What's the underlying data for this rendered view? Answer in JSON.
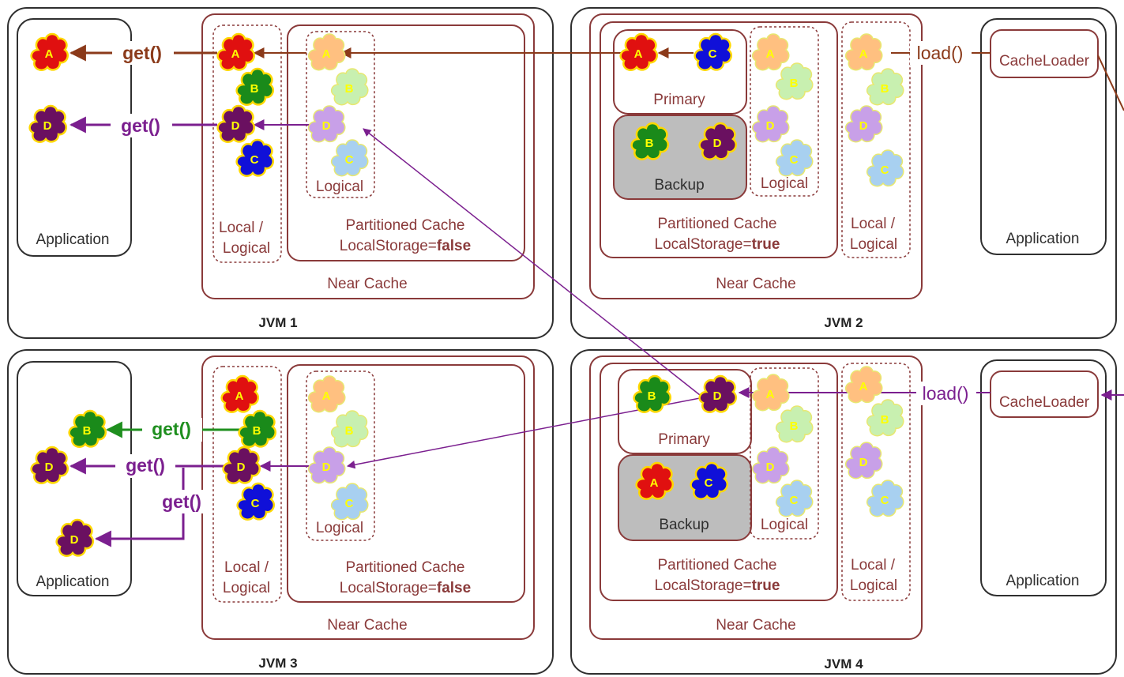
{
  "colors": {
    "brown": "#8a3a3a",
    "arrow_brown": "#8b3a1a",
    "purple": "#7b1f8f",
    "green": "#1f8f1f",
    "cloud_red": "#e01010",
    "cloud_green": "#1a8a1a",
    "cloud_purple": "#6a1060",
    "cloud_blue": "#1010d8",
    "cloud_outline": "#ffd800",
    "backup_fill": "#bdbdbd"
  },
  "icons": [
    "cloud-icon",
    "arrow-icon"
  ],
  "jvms": [
    {
      "label": "JVM 1",
      "application": "Application",
      "local_label": "Local /\nLogical",
      "partition": {
        "label": "Partitioned Cache",
        "storage_prefix": "LocalStorage=",
        "storage_value": "false"
      },
      "logical": "Logical",
      "near_cache": "Near Cache",
      "calls": [
        "get()",
        "get()"
      ]
    },
    {
      "label": "JVM 2",
      "application": "Application",
      "loader": "CacheLoader",
      "load_call": "load()",
      "primary": "Primary",
      "backup": "Backup",
      "logical": "Logical",
      "local_label": "Local /\nLogical",
      "partition": {
        "label": "Partitioned Cache",
        "storage_prefix": "LocalStorage=",
        "storage_value": "true"
      },
      "near_cache": "Near Cache"
    },
    {
      "label": "JVM 3",
      "application": "Application",
      "local_label": "Local /\nLogical",
      "partition": {
        "label": "Partitioned Cache",
        "storage_prefix": "LocalStorage=",
        "storage_value": "false"
      },
      "logical": "Logical",
      "near_cache": "Near Cache",
      "calls": [
        "get()",
        "get()",
        "get()"
      ]
    },
    {
      "label": "JVM 4",
      "application": "Application",
      "loader": "CacheLoader",
      "load_call": "load()",
      "primary": "Primary",
      "backup": "Backup",
      "logical": "Logical",
      "local_label": "Local /\nLogical",
      "partition": {
        "label": "Partitioned Cache",
        "storage_prefix": "LocalStorage=",
        "storage_value": "true"
      },
      "near_cache": "Near Cache"
    }
  ],
  "clouds": [
    {
      "letter": "A",
      "color": "#e01010",
      "faded": false
    },
    {
      "letter": "D",
      "color": "#6a1060",
      "faded": false
    },
    {
      "letter": "A",
      "color": "#e01010",
      "faded": false
    },
    {
      "letter": "B",
      "color": "#1a8a1a",
      "faded": false
    },
    {
      "letter": "D",
      "color": "#6a1060",
      "faded": false
    },
    {
      "letter": "C",
      "color": "#1010d8",
      "faded": false
    },
    {
      "letter": "A",
      "color": "#ffc080",
      "faded": true
    },
    {
      "letter": "B",
      "color": "#c8f0b0",
      "faded": true
    },
    {
      "letter": "D",
      "color": "#c8a0e8",
      "faded": true
    },
    {
      "letter": "C",
      "color": "#a8d0f0",
      "faded": true
    },
    {
      "letter": "A",
      "color": "#e01010",
      "faded": false
    },
    {
      "letter": "C",
      "color": "#1010d8",
      "faded": false
    },
    {
      "letter": "B",
      "color": "#1a8a1a",
      "faded": false
    },
    {
      "letter": "D",
      "color": "#6a1060",
      "faded": false
    },
    {
      "letter": "A",
      "color": "#ffc080",
      "faded": true
    },
    {
      "letter": "B",
      "color": "#c8f0b0",
      "faded": true
    },
    {
      "letter": "D",
      "color": "#c8a0e8",
      "faded": true
    },
    {
      "letter": "C",
      "color": "#a8d0f0",
      "faded": true
    },
    {
      "letter": "A",
      "color": "#ffc080",
      "faded": true
    },
    {
      "letter": "B",
      "color": "#c8f0b0",
      "faded": true
    },
    {
      "letter": "D",
      "color": "#c8a0e8",
      "faded": true
    },
    {
      "letter": "C",
      "color": "#a8d0f0",
      "faded": true
    },
    {
      "letter": "B",
      "color": "#1a8a1a",
      "faded": false
    },
    {
      "letter": "D",
      "color": "#6a1060",
      "faded": false
    },
    {
      "letter": "D",
      "color": "#6a1060",
      "faded": false
    },
    {
      "letter": "A",
      "color": "#e01010",
      "faded": false
    },
    {
      "letter": "B",
      "color": "#1a8a1a",
      "faded": false
    },
    {
      "letter": "D",
      "color": "#6a1060",
      "faded": false
    },
    {
      "letter": "C",
      "color": "#1010d8",
      "faded": false
    },
    {
      "letter": "A",
      "color": "#ffc080",
      "faded": true
    },
    {
      "letter": "B",
      "color": "#c8f0b0",
      "faded": true
    },
    {
      "letter": "D",
      "color": "#c8a0e8",
      "faded": true
    },
    {
      "letter": "C",
      "color": "#a8d0f0",
      "faded": true
    },
    {
      "letter": "B",
      "color": "#1a8a1a",
      "faded": false
    },
    {
      "letter": "D",
      "color": "#6a1060",
      "faded": false
    },
    {
      "letter": "A",
      "color": "#e01010",
      "faded": false
    },
    {
      "letter": "C",
      "color": "#1010d8",
      "faded": false
    },
    {
      "letter": "A",
      "color": "#ffc080",
      "faded": true
    },
    {
      "letter": "B",
      "color": "#c8f0b0",
      "faded": true
    },
    {
      "letter": "D",
      "color": "#c8a0e8",
      "faded": true
    },
    {
      "letter": "C",
      "color": "#a8d0f0",
      "faded": true
    },
    {
      "letter": "A",
      "color": "#ffc080",
      "faded": true
    },
    {
      "letter": "B",
      "color": "#c8f0b0",
      "faded": true
    },
    {
      "letter": "D",
      "color": "#c8a0e8",
      "faded": true
    },
    {
      "letter": "C",
      "color": "#a8d0f0",
      "faded": true
    }
  ]
}
